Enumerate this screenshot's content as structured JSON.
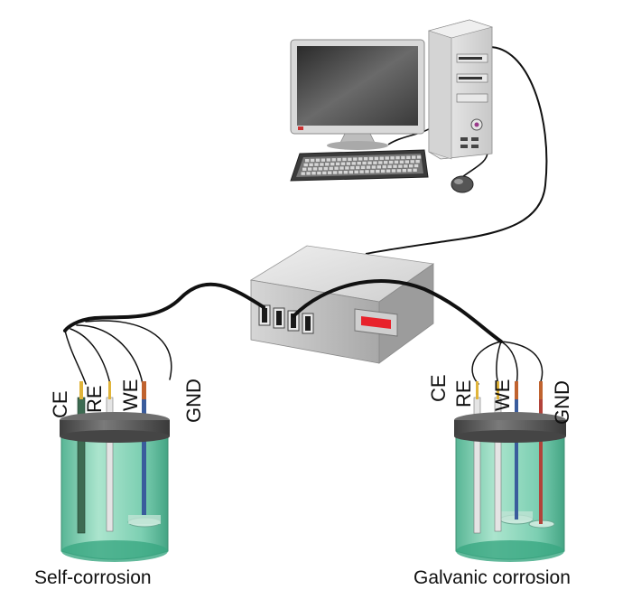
{
  "computer": {
    "monitor_icon": "computer-monitor-icon",
    "tower_icon": "desktop-tower-icon",
    "keyboard_icon": "keyboard-icon",
    "mouse_icon": "mouse-icon"
  },
  "potentiostat": {
    "icon": "potentiostat-box-icon",
    "display_color": "#e8222b",
    "connector_count": 4
  },
  "cells": {
    "left": {
      "caption": "Self-corrosion",
      "electrodes": {
        "ce": "CE",
        "re": "RE",
        "we": "WE",
        "gnd": "GND"
      }
    },
    "right": {
      "caption": "Galvanic corrosion",
      "electrodes": {
        "ce": "CE",
        "re": "RE",
        "we": "WE",
        "gnd": "GND"
      }
    }
  },
  "colors": {
    "electrolyte": "#5fc39f",
    "lid": "#565656",
    "cable": "#111111"
  }
}
